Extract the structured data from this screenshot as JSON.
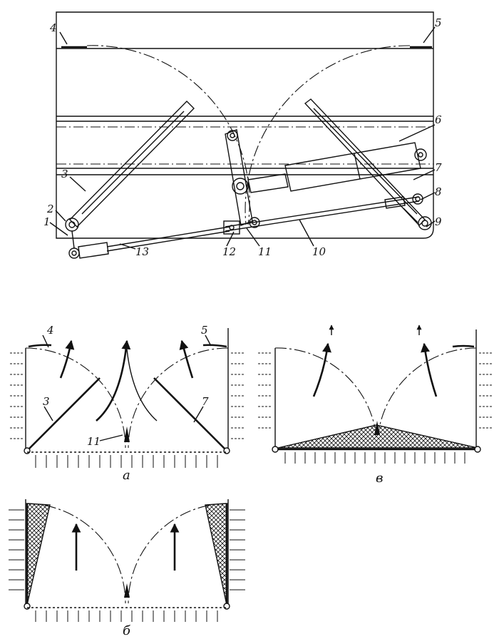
{
  "top_labels": [
    "1",
    "2",
    "3",
    "4",
    "5",
    "6",
    "7",
    "8",
    "9",
    "10",
    "11",
    "12",
    "13"
  ],
  "panel_a": {
    "caption": "а",
    "labels": [
      "4",
      "5",
      "3",
      "7",
      "11"
    ]
  },
  "panel_v": {
    "caption": "в"
  },
  "panel_b": {
    "caption": "б"
  }
}
